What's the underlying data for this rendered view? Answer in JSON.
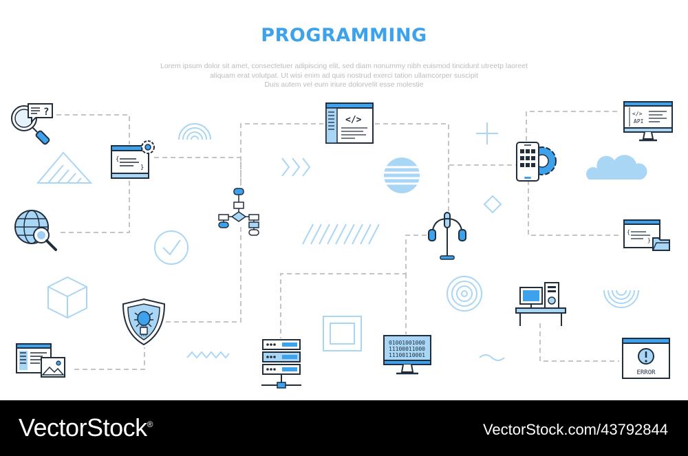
{
  "title": "PROGRAMMING",
  "description": [
    "Lorem ipsum dolor sit amet, consectetuer adipiscing elit, sed diam nonummy nibh euismod tincidunt utreetp laoreet",
    "aliquam erat volutpat. Ut wisi enim ad  quis nostrud exerci tation ullamcorper suscipit",
    "Duis autem vel eum iriure dolorvelit esse molestie"
  ],
  "colors": {
    "accent": "#3da2eb",
    "light_blue": "#a9d6f5",
    "outline": "#1f2d3d",
    "connector": "#c4c4c4",
    "footer_bg": "#000000"
  },
  "icons": [
    {
      "name": "search-question-icon"
    },
    {
      "name": "code-settings-window-icon"
    },
    {
      "name": "globe-search-icon"
    },
    {
      "name": "bug-shield-icon"
    },
    {
      "name": "code-image-document-icon"
    },
    {
      "name": "flowchart-icon"
    },
    {
      "name": "code-editor-window-icon",
      "text": "</>"
    },
    {
      "name": "server-network-icon"
    },
    {
      "name": "binary-monitor-icon",
      "lines": [
        "01001001000",
        "11100011000",
        "11100110001"
      ]
    },
    {
      "name": "headphones-stand-icon"
    },
    {
      "name": "mobile-app-settings-icon"
    },
    {
      "name": "api-monitor-icon",
      "tag": "</>",
      "label": "API"
    },
    {
      "name": "code-folder-icon"
    },
    {
      "name": "desk-computer-icon"
    },
    {
      "name": "error-window-icon",
      "label": "ERROR"
    }
  ],
  "footer": {
    "brand": "VectorStock",
    "registered": "®",
    "credit": "VectorStock.com/43792844"
  }
}
